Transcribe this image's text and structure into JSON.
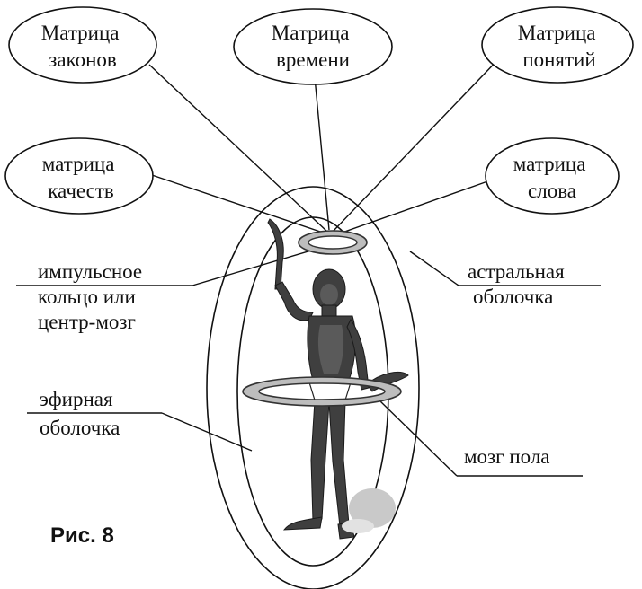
{
  "labels": {
    "matrix_laws": [
      "Матрица",
      "законов"
    ],
    "matrix_time": [
      "Матрица",
      "времени"
    ],
    "matrix_concepts": [
      "Матрица",
      "понятий"
    ],
    "matrix_qualities": [
      "матрица",
      "качеств"
    ],
    "matrix_word": [
      "матрица",
      "слова"
    ],
    "impulse_ring": [
      "импульсное",
      "кольцо или",
      "центр-мозг"
    ],
    "astral_shell": [
      "астральная",
      "оболочка"
    ],
    "etheric_shell": [
      "эфирная",
      "оболочка"
    ],
    "sex_brain": [
      "мозг пола"
    ]
  },
  "caption": "Рис. 8",
  "colors": {
    "line": "#111111",
    "ring_fill": "#bdbdbd",
    "figure": "#3f3f3f"
  }
}
